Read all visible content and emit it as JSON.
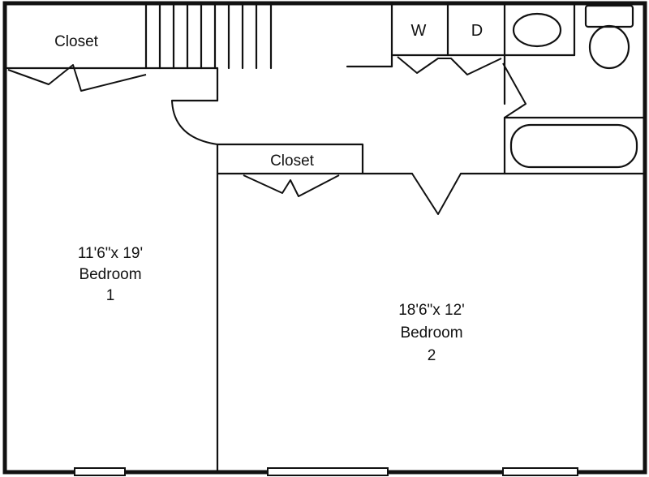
{
  "plan": {
    "rooms": {
      "bedroom1": {
        "size": "11'6\"x 19'",
        "name": "Bedroom",
        "number": "1"
      },
      "bedroom2": {
        "size": "18'6\"x 12'",
        "name": "Bedroom",
        "number": "2"
      }
    },
    "closets": {
      "top_left": "Closet",
      "middle": "Closet"
    },
    "laundry": {
      "washer": "W",
      "dryer": "D"
    }
  }
}
